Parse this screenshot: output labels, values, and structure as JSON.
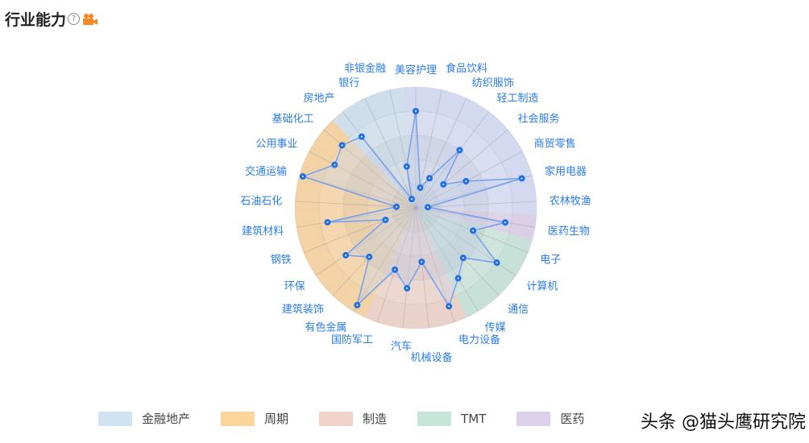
{
  "header": {
    "title": "行业能力",
    "help_icon": "question-circle-icon",
    "video_icon": "video-camera-icon",
    "video_icon_color": "#f5891f"
  },
  "chart_data": {
    "type": "radar",
    "indicators": [
      "美容护理",
      "食品饮料",
      "纺织服饰",
      "轻工制造",
      "社会服务",
      "商贸零售",
      "家用电器",
      "农林牧渔",
      "医药生物",
      "电子",
      "计算机",
      "通信",
      "传媒",
      "电力设备",
      "机械设备",
      "汽车",
      "国防军工",
      "有色金属",
      "建筑装饰",
      "环保",
      "钢铁",
      "建筑材料",
      "石油石化",
      "交通运输",
      "公用事业",
      "基础化工",
      "房地产",
      "银行",
      "非银金融"
    ],
    "values": [
      0.8,
      0.17,
      0.27,
      0.6,
      0.3,
      0.47,
      0.91,
      0.1,
      0.75,
      0.51,
      0.81,
      0.57,
      0.68,
      0.86,
      0.45,
      0.67,
      0.54,
      0.94,
      0.56,
      0.7,
      0.27,
      0.74,
      0.16,
      0.97,
      0.76,
      0.8,
      0.74,
      0.08,
      0.35
    ],
    "max": 1,
    "series_color": "#1f6fe5",
    "line_color": "#7aa2ea",
    "groups": [
      {
        "name": "金融地产",
        "color": "#cfe3f3",
        "indicators": [
          "房地产",
          "银行",
          "非银金融"
        ]
      },
      {
        "name": "周期",
        "color": "#fdd49a",
        "indicators": [
          "有色金属",
          "建筑装饰",
          "环保",
          "钢铁",
          "建筑材料",
          "石油石化",
          "交通运输",
          "公用事业",
          "基础化工"
        ]
      },
      {
        "name": "制造",
        "color": "#f2d3c9",
        "indicators": [
          "电力设备",
          "机械设备",
          "汽车",
          "国防军工"
        ]
      },
      {
        "name": "TMT",
        "color": "#c7e6da",
        "indicators": [
          "电子",
          "计算机",
          "通信",
          "传媒"
        ]
      },
      {
        "name": "医药",
        "color": "#ddd0ea",
        "indicators": [
          "医药生物"
        ]
      },
      {
        "name": "",
        "color": "#d5dcf8",
        "indicators": [
          "美容护理",
          "食品饮料",
          "纺织服饰",
          "轻工制造",
          "社会服务",
          "商贸零售",
          "家用电器",
          "农林牧渔"
        ]
      }
    ],
    "legend": [
      "金融地产",
      "周期",
      "制造",
      "TMT",
      "医药"
    ],
    "legend_position": "bottom",
    "label_color": "#2b7de9"
  },
  "watermark": "头条 @猫头鹰研究院"
}
